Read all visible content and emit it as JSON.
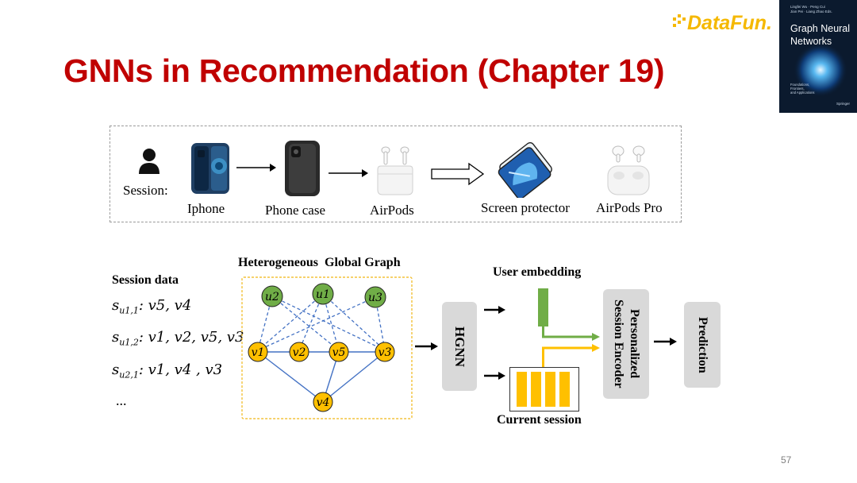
{
  "slide": {
    "title": "GNNs in Recommendation (Chapter 19)",
    "page_number": "57"
  },
  "logo": {
    "text": "DataFun."
  },
  "book": {
    "authors_line1": "Lingfei Wu · Peng Cui",
    "authors_line2": "Jian Pei · Liang Zhao   Eds.",
    "title_line1": "Graph Neural",
    "title_line2": "Networks",
    "subtitle_line1": "Foundations,",
    "subtitle_line2": "Frontiers,",
    "subtitle_line3": "and Applications",
    "publisher": "Springer"
  },
  "session_example": {
    "session_label": "Session:",
    "items": [
      "Iphone",
      "Phone case",
      "AirPods",
      "Screen protector",
      "AirPods Pro"
    ]
  },
  "diagram": {
    "session_data_title": "Session data",
    "sessions": [
      {
        "label": "s",
        "sub": "u1,1",
        "items": ": v5, v4"
      },
      {
        "label": "s",
        "sub": "u1,2",
        "items": ": v1, v2, v5, v3"
      },
      {
        "label": "s",
        "sub": "u2,1",
        "items": ": v1, v4 , v3"
      }
    ],
    "ellipsis": "...",
    "graph_title": "Heterogeneous  Global Graph",
    "user_nodes": [
      "u2",
      "u1",
      "u3"
    ],
    "item_nodes": [
      "v1",
      "v2",
      "v5",
      "v3",
      "v4"
    ],
    "hgnn_label": "HGNN",
    "user_embedding_label": "User embedding",
    "current_session_label": "Current session",
    "encoder_line1": "Personalized",
    "encoder_line2": "Session Encoder",
    "prediction_label": "Prediction"
  },
  "colors": {
    "title": "#c00000",
    "user_node": "#70ad47",
    "item_node": "#ffc000",
    "box_gray": "#d9d9d9",
    "edge_blue": "#4472c4"
  }
}
